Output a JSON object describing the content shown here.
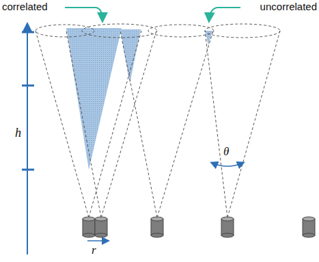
{
  "diagram": {
    "labels": [
      "correlated",
      "uncorrelated",
      "h",
      "θ",
      "r"
    ]
  }
}
